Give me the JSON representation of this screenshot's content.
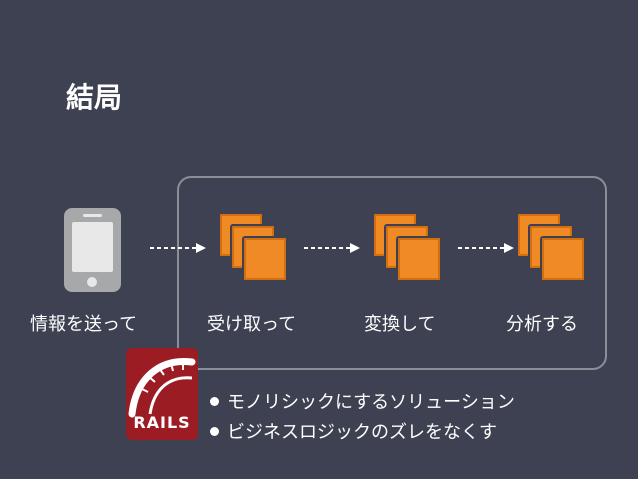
{
  "title": "結局",
  "steps": [
    {
      "label": "情報を送って",
      "icon": "smartphone-icon"
    },
    {
      "label": "受け取って",
      "icon": "server-stack-icon"
    },
    {
      "label": "変換して",
      "icon": "server-stack-icon"
    },
    {
      "label": "分析する",
      "icon": "server-stack-icon"
    }
  ],
  "logo": {
    "text": "RAILS"
  },
  "bullets": [
    "モノリシックにするソリューション",
    "ビジネスロジックのズレをなくす"
  ],
  "colors": {
    "background": "#3d4152",
    "accent": "#f08a24",
    "frame": "#8c8f98",
    "rails_red": "#9b1c22"
  }
}
